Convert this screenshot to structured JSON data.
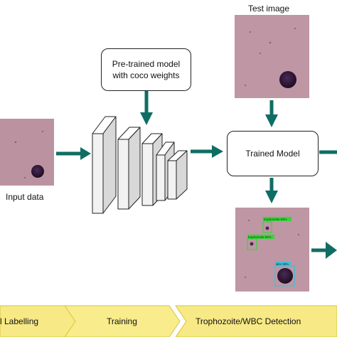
{
  "colors": {
    "arrow": "#0f6e63",
    "bar_fill": "#f7e985",
    "bar_stroke": "#d6c23a",
    "image_bg": "#b48a98",
    "cell": "#2a1530",
    "box_green": "#39d439",
    "box_cyan": "#3fc0d8"
  },
  "labels": {
    "test_image": "Test image",
    "input_data": "Input data",
    "pretrained_line1": "Pre-trained model",
    "pretrained_line2": "with coco weights",
    "trained_model": "Trained Model"
  },
  "detections": {
    "label_1": "trophozoite 93%",
    "label_2": "trophozoite 92%",
    "label_3": "wbc 99%"
  },
  "pipeline": {
    "steps": [
      {
        "label": "l Labelling"
      },
      {
        "label": "Training"
      },
      {
        "label": "Trophozoite/WBC Detection"
      }
    ]
  }
}
